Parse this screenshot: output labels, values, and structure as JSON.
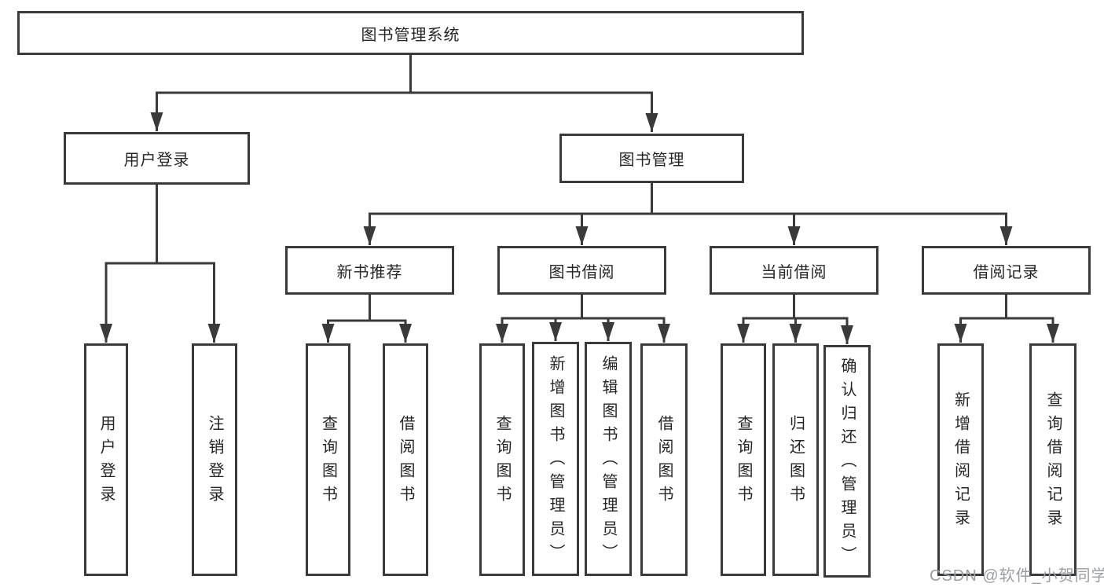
{
  "diagram": {
    "root": {
      "label": "图书管理系统"
    },
    "branches": [
      {
        "label": "用户登录",
        "children": [
          {
            "label": "用户登录"
          },
          {
            "label": "注销登录"
          }
        ]
      },
      {
        "label": "图书管理",
        "children": [
          {
            "label": "新书推荐",
            "children": [
              {
                "label": "查询图书"
              },
              {
                "label": "借阅图书"
              }
            ]
          },
          {
            "label": "图书借阅",
            "children": [
              {
                "label": "查询图书"
              },
              {
                "label": "新增图书（管理员）"
              },
              {
                "label": "编辑图书（管理员）"
              },
              {
                "label": "借阅图书"
              }
            ]
          },
          {
            "label": "当前借阅",
            "children": [
              {
                "label": "查询图书"
              },
              {
                "label": "归还图书"
              },
              {
                "label": "确认归还（管理员）"
              }
            ]
          },
          {
            "label": "借阅记录",
            "children": [
              {
                "label": "新增借阅记录"
              },
              {
                "label": "查询借阅记录"
              }
            ]
          }
        ]
      }
    ]
  },
  "watermark": {
    "text": "CSDN @软件_小贺同学"
  },
  "colors": {
    "line": "#3a3a3a",
    "text": "#262626",
    "box_background": "#ffffff",
    "watermark": "#9b9fa3",
    "background": "#ffffff"
  }
}
